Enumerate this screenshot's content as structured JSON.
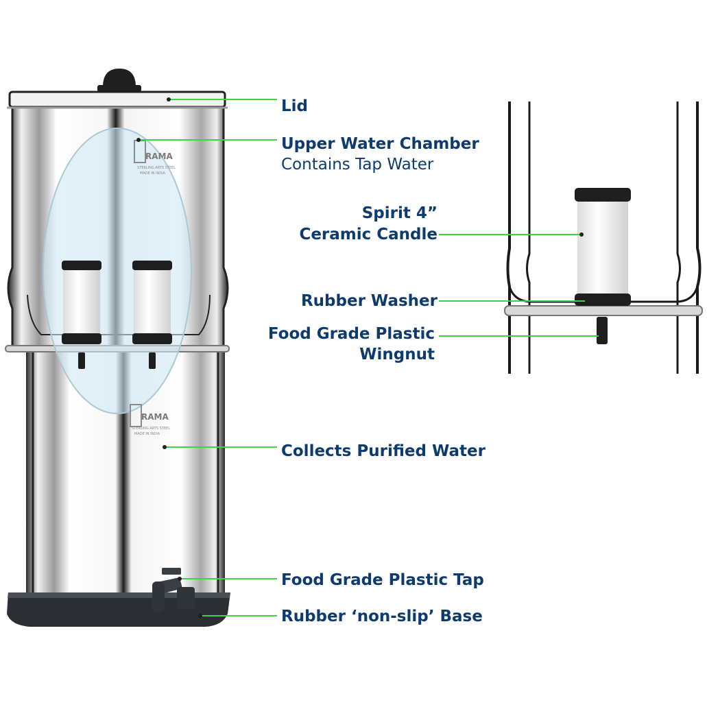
{
  "labels": {
    "lid": "Lid",
    "upper_chamber": "Upper Water Chamber",
    "upper_chamber_sub": "Contains Tap Water",
    "candle_line1": "Spirit 4”",
    "candle_line2": "Ceramic Candle",
    "washer": "Rubber Washer",
    "wingnut_line1": "Food Grade Plastic",
    "wingnut_line2": "Wingnut",
    "purified": "Collects Purified Water",
    "tap": "Food Grade Plastic Tap",
    "base": "Rubber ‘non-slip’ Base"
  },
  "brand": {
    "name": "RAMA",
    "line1": "STERLING ARTS STEEL",
    "line2": "MADE IN INDIA"
  },
  "colors": {
    "label_text": "#0d3b6e",
    "leader_line": "#3fd34a",
    "steel_dark": "#1a1a1a",
    "chamber_highlight": "#cfe9f4"
  }
}
